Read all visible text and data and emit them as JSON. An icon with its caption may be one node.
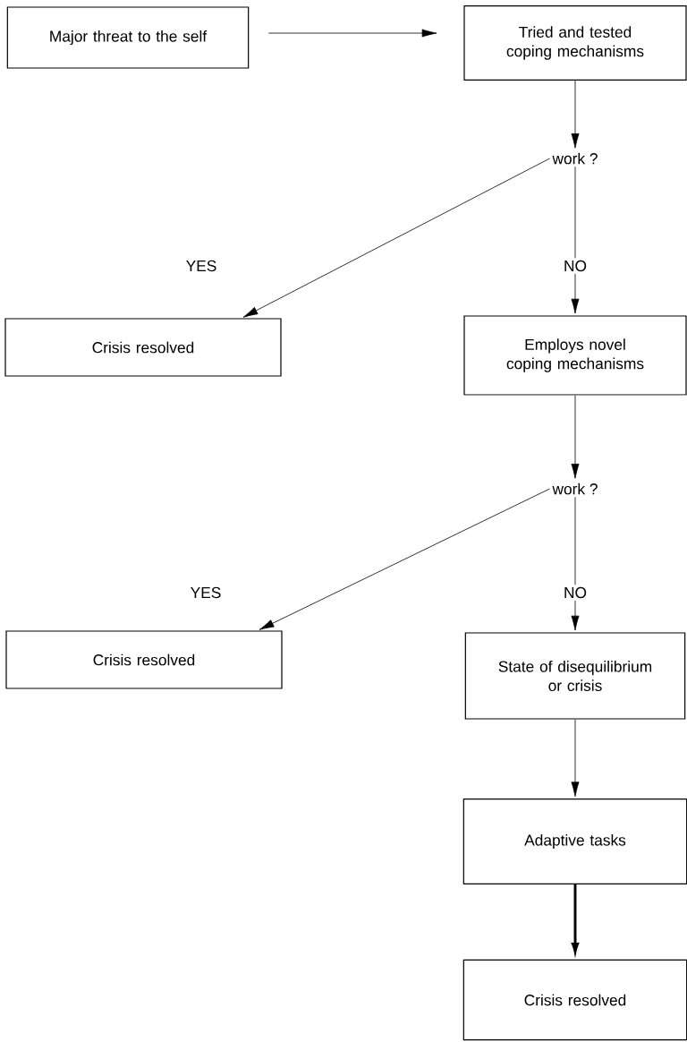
{
  "diagram": {
    "nodes": [
      {
        "text": [
          "Major threat to the self"
        ]
      },
      {
        "text": [
          "Tried and tested coping mechanisms"
        ]
      },
      {
        "text": [
          "work ?"
        ]
      },
      {
        "text": [
          "Crisis resolved"
        ]
      },
      {
        "text": [
          "Employs novel coping mechanisms"
        ]
      },
      {
        "text": [
          "work ?"
        ]
      },
      {
        "text": [
          "Crisis resolved"
        ]
      },
      {
        "text": [
          "State of disequilibrium or crisis"
        ]
      },
      {
        "text": [
          "Adaptive tasks"
        ]
      },
      {
        "text": [
          "Crisis resolved"
        ]
      }
    ],
    "edges": [
      {
        "from": 0,
        "to": 1,
        "arrow": "to"
      },
      {
        "from": 1,
        "to": 2,
        "arrow": "to"
      },
      {
        "from": 2,
        "to": 3,
        "arrow": "to",
        "label": "YES"
      },
      {
        "from": 2,
        "to": 4,
        "arrow": "to",
        "label": "NO"
      },
      {
        "from": 4,
        "to": 5,
        "arrow": "to"
      },
      {
        "from": 5,
        "to": 6,
        "arrow": "to",
        "label": "YES"
      },
      {
        "from": 5,
        "to": 7,
        "arrow": "to",
        "label": "NO"
      },
      {
        "from": 7,
        "to": 8,
        "arrow": "to"
      },
      {
        "from": 8,
        "to": 9,
        "arrow": "to",
        "style": "thick"
      }
    ]
  }
}
